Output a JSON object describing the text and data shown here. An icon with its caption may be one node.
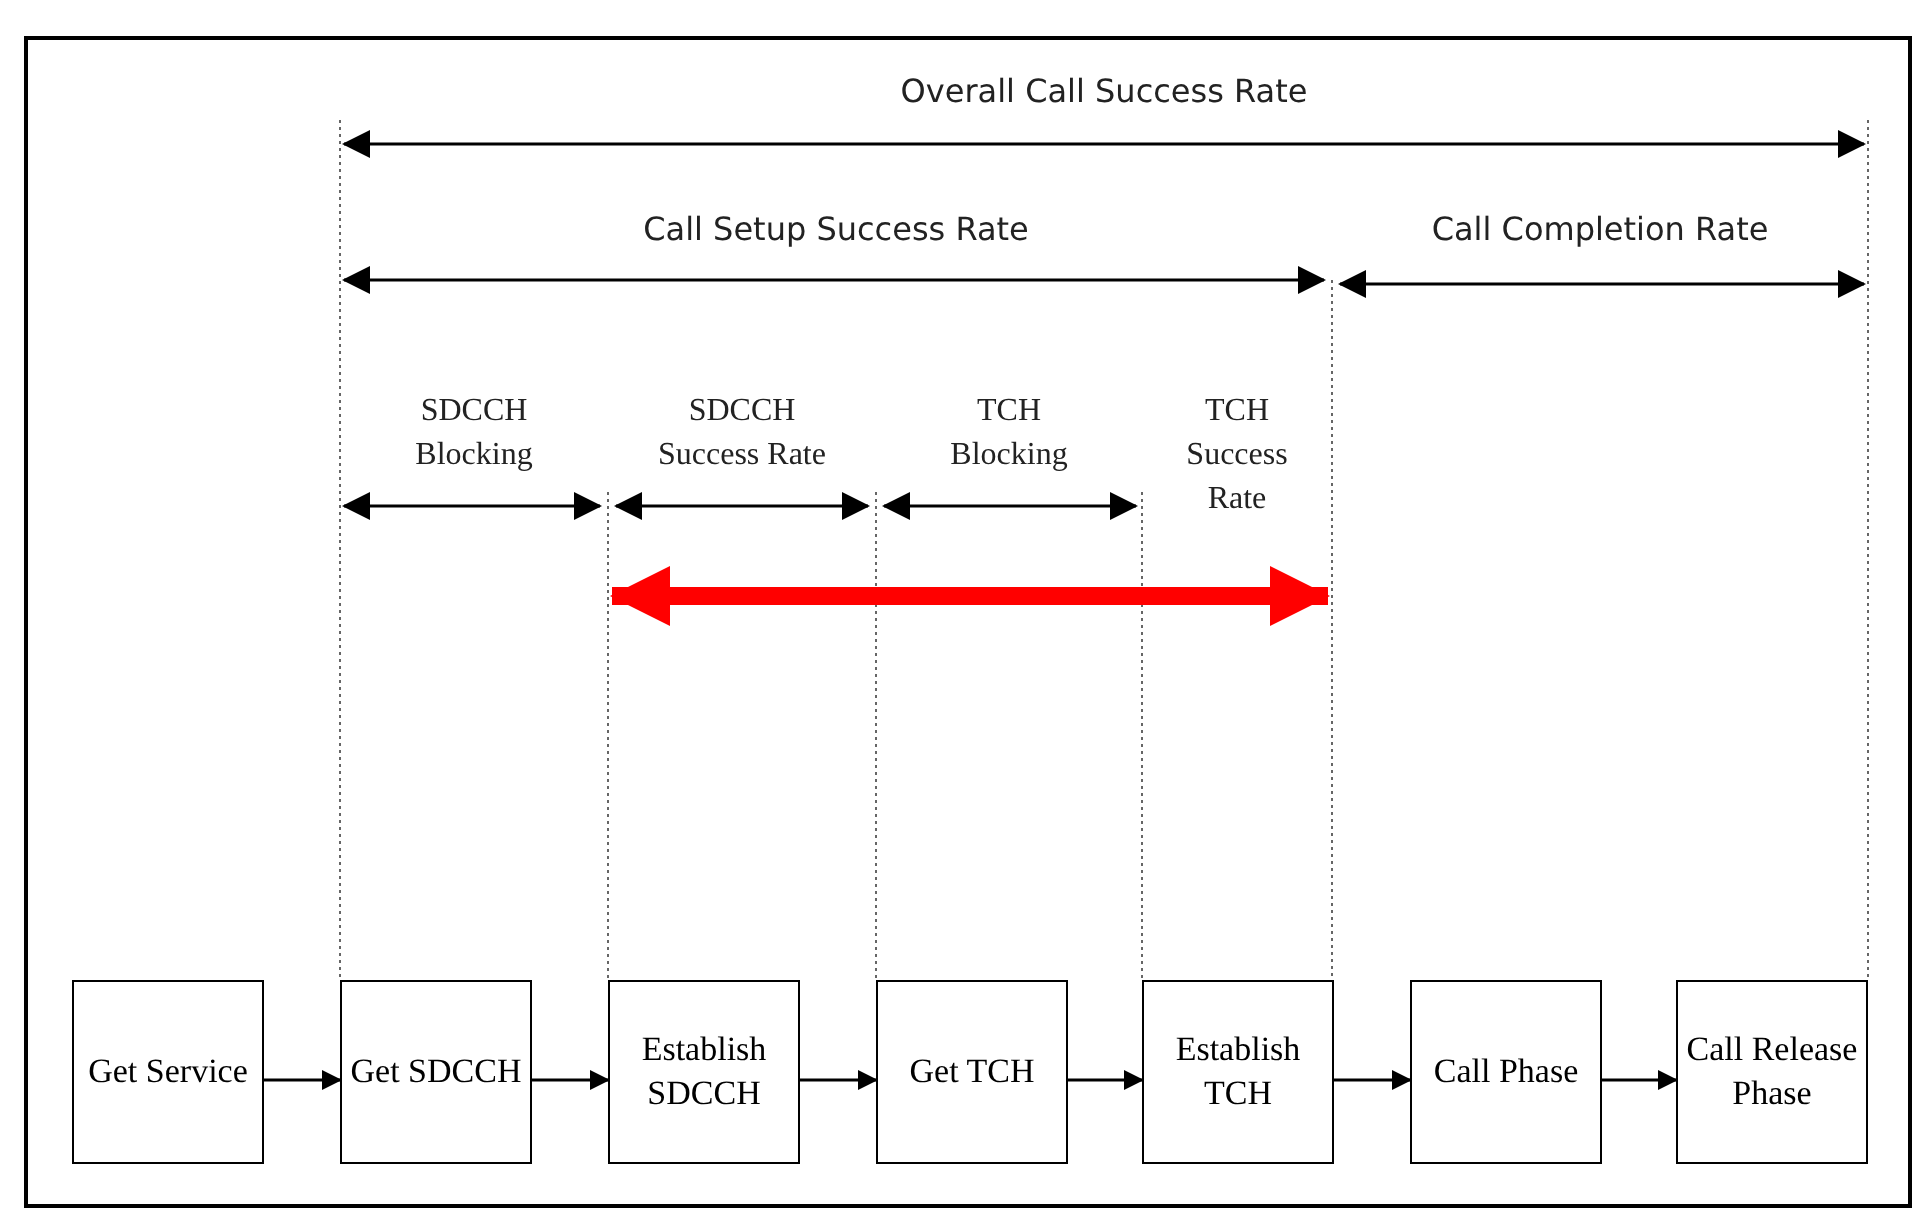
{
  "diagram": {
    "nodes": [
      {
        "text": [
          "Get Service"
        ]
      },
      {
        "text": [
          "Get SDCCH"
        ]
      },
      {
        "text": [
          "Establish SDCCH"
        ]
      },
      {
        "text": [
          "Get TCH"
        ]
      },
      {
        "text": [
          "Establish TCH"
        ]
      },
      {
        "text": [
          "Call Phase"
        ]
      },
      {
        "text": [
          "Call Release Phase"
        ]
      }
    ],
    "edges": [
      {
        "from": 0,
        "to": 1,
        "arrow": "to"
      },
      {
        "from": 1,
        "to": 2,
        "arrow": "to"
      },
      {
        "from": 2,
        "to": 3,
        "arrow": "to"
      },
      {
        "from": 3,
        "to": 4,
        "arrow": "to"
      },
      {
        "from": 4,
        "to": 5,
        "arrow": "to"
      },
      {
        "from": 5,
        "to": 6,
        "arrow": "to"
      }
    ],
    "labels": [
      "Overall Call Success Rate",
      "Call Setup Success Rate",
      "Call Completion Rate",
      "SDCCH Blocking",
      "SDCCH Success Rate",
      "TCH Blocking",
      "TCH Success Rate"
    ]
  }
}
